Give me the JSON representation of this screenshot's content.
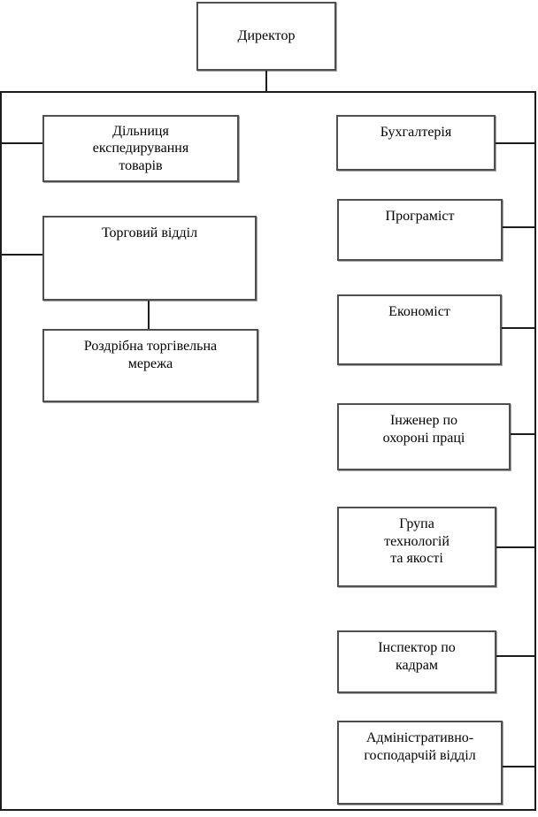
{
  "diagram": {
    "type": "org-chart",
    "director": {
      "label": "Директор"
    },
    "left_column": [
      {
        "label": "Дільниця\nекспедирування\nтоварів"
      },
      {
        "label": "Торговий відділ"
      },
      {
        "label": "Роздрібна торгівельна\nмережа"
      }
    ],
    "right_column": [
      {
        "label": "Бухгалтерія"
      },
      {
        "label": "Програміст"
      },
      {
        "label": "Економіст"
      },
      {
        "label": "Інженер по\nохороні праці"
      },
      {
        "label": "Група\nтехнологій\nта якості"
      },
      {
        "label": "Інспектор по\nкадрам"
      },
      {
        "label": "Адміністративно-\nгосподарчій відділ"
      }
    ],
    "colors": {
      "box_border": "#4f4f4f",
      "line": "#1c1c1c",
      "background": "#ffffff",
      "text": "#000000"
    }
  }
}
